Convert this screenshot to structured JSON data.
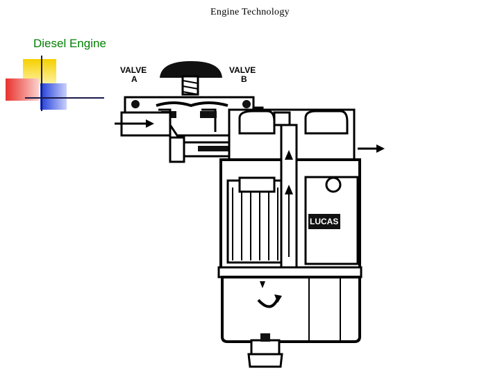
{
  "header": {
    "title": "Engine Technology"
  },
  "slide": {
    "subtitle": "Diesel Engine"
  },
  "diagram": {
    "valve_a_label_line1": "VALVE",
    "valve_a_label_line2": "A",
    "valve_b_label_line1": "VALVE",
    "valve_b_label_line2": "B",
    "brand_label": "LUCAS"
  },
  "colors": {
    "subtitle": "#008000",
    "deco_yellow": "#f5d000",
    "deco_red": "#e8322d",
    "deco_blue": "#1f3cdb"
  }
}
